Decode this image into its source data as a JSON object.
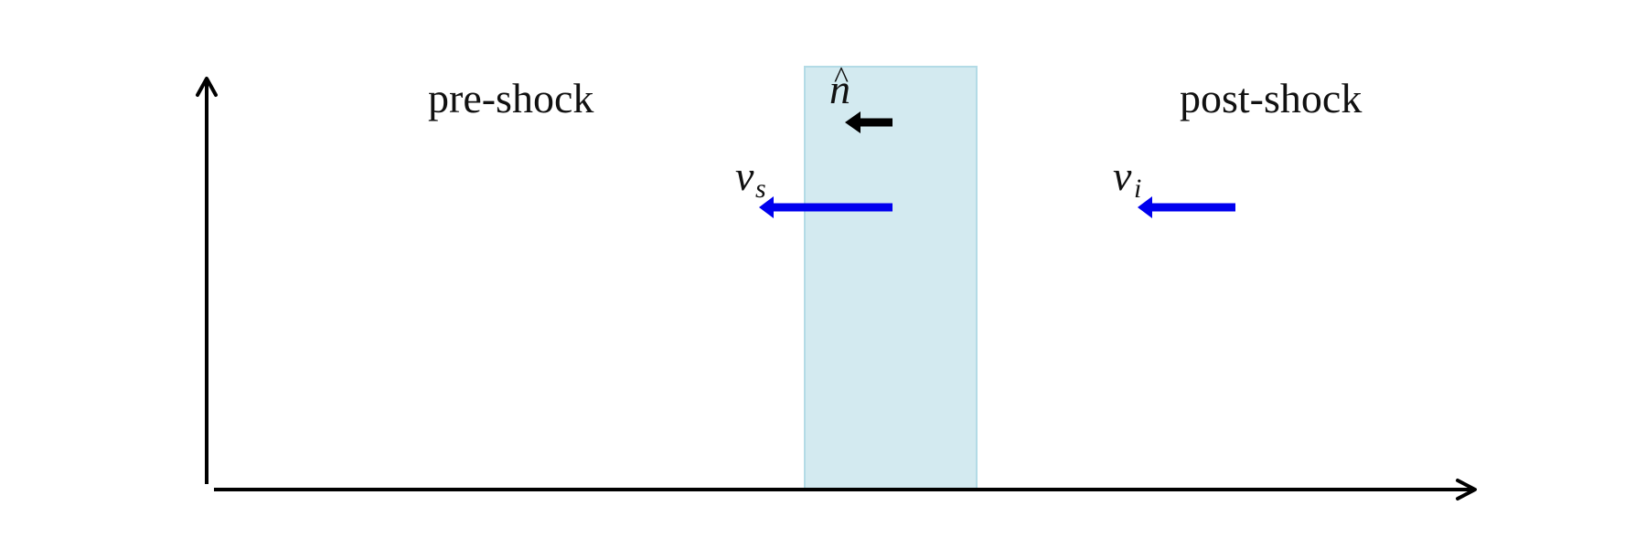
{
  "regions": {
    "pre_shock_label": "pre-shock",
    "post_shock_label": "post-shock"
  },
  "vectors": {
    "normal": {
      "symbol": "n",
      "hat": "^",
      "color": "#000000",
      "icon": "left-arrow-icon"
    },
    "shock_velocity": {
      "symbol": "v",
      "subscript": "s",
      "color": "#0000ee",
      "icon": "left-arrow-icon"
    },
    "inflow_velocity": {
      "symbol": "v",
      "subscript": "i",
      "color": "#0000ee",
      "icon": "left-arrow-icon"
    }
  },
  "colors": {
    "shock_region_fill": "#d3eaf0",
    "shock_region_border": "#b3dbe6",
    "axis": "#000000"
  }
}
